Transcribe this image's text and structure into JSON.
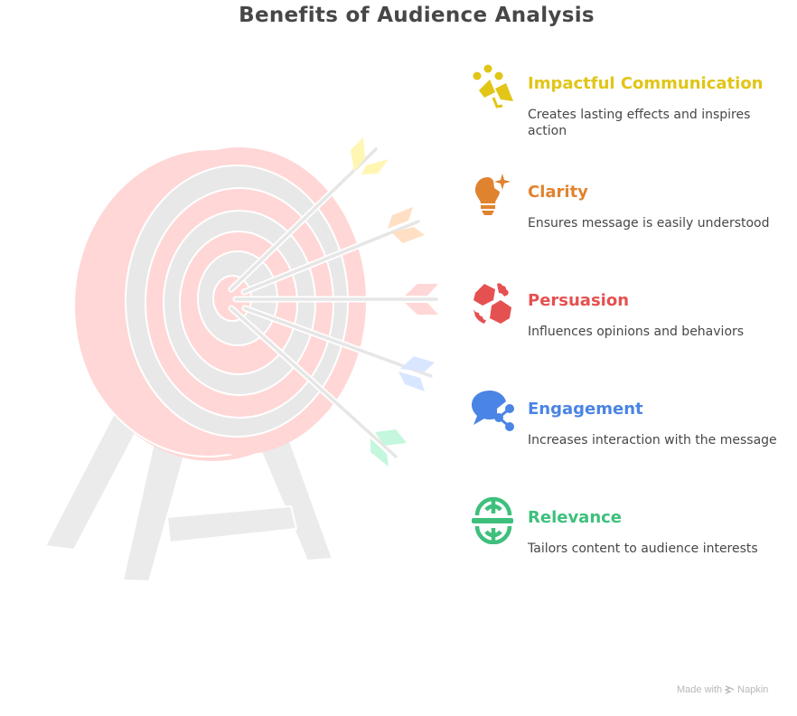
{
  "title": "Benefits of Audience Analysis",
  "colors": {
    "title": "#474747",
    "description": "#474747",
    "target_red": "#ffd7d6",
    "target_grey": "#e8e8e8",
    "stand": "#ebebeb"
  },
  "items": [
    {
      "label": "Impactful Communication",
      "description": "Creates lasting effects and inspires action",
      "icon": "megaphone-people-icon",
      "color": "#e1c517",
      "fletch": "#fff6b3"
    },
    {
      "label": "Clarity",
      "description": "Ensures message is easily understood",
      "icon": "lightbulb-sparkle-icon",
      "color": "#e0832f",
      "fletch": "#ffe0c4"
    },
    {
      "label": "Persuasion",
      "description": "Influences opinions and behaviors",
      "icon": "handshake-icon",
      "color": "#e55151",
      "fletch": "#ffd7d6"
    },
    {
      "label": "Engagement",
      "description": "Increases interaction with the message",
      "icon": "chat-share-icon",
      "color": "#4a84e4",
      "fletch": "#d8e6ff"
    },
    {
      "label": "Relevance",
      "description": "Tailors content to audience interests",
      "icon": "crosshair-target-icon",
      "color": "#3ec07c",
      "fletch": "#c4f7dd"
    }
  ],
  "footer": {
    "made_with": "Made with",
    "brand": "Napkin"
  }
}
